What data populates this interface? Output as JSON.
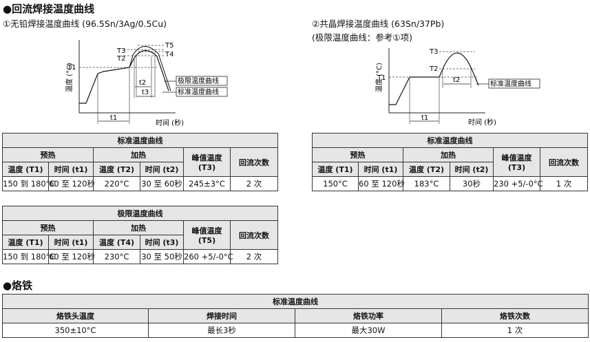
{
  "section_reflow": {
    "bullet": "●",
    "title": "回流焊接温度曲线"
  },
  "lead_free": {
    "subtitle": "①无铅焊接温度曲线 (96.5Sn/3Ag/0.5Cu)",
    "graph": {
      "ylabel": "温度 (°C)",
      "xlabel": "时间 (秒)",
      "levels": [
        "T1",
        "T2",
        "T3",
        "T4",
        "T5"
      ],
      "spans": [
        "t1",
        "t2",
        "t3"
      ],
      "legend": [
        "极限温度曲线",
        "标准温度曲线"
      ]
    },
    "standard_table": {
      "caption": "标准温度曲线",
      "groups": [
        "预热",
        "加热",
        "峰值温度",
        "回流次数"
      ],
      "peak_symbol": "(T3)",
      "headers": [
        "温度 (T1)",
        "时间 (t1)",
        "温度 (T2)",
        "时间 (t2)"
      ],
      "row": [
        "150 到 180°C",
        "60 至 120秒",
        "220°C",
        "30 至 60秒",
        "245±3°C",
        "2 次"
      ]
    },
    "limit_table": {
      "caption": "极限温度曲线",
      "groups": [
        "预热",
        "加热",
        "峰值温度",
        "回流次数"
      ],
      "peak_symbol": "(T5)",
      "headers": [
        "温度 (T1)",
        "时间 (t1)",
        "温度 (T4)",
        "时间 (t3)"
      ],
      "row": [
        "150 到 180°C",
        "60 至 120秒",
        "230°C",
        "30 至 50秒",
        "260 +5/-0°C",
        "2 次"
      ]
    }
  },
  "eutectic": {
    "subtitle": "②共晶焊接温度曲线 (63Sn/37Pb)",
    "note": "(极限温度曲线：参考①项)",
    "graph": {
      "ylabel": "温度 (°C)",
      "xlabel": "时间 (秒)",
      "levels": [
        "T1",
        "T2",
        "T3"
      ],
      "spans": [
        "t1",
        "t2"
      ],
      "legend": [
        "标准温度曲线"
      ]
    },
    "standard_table": {
      "caption": "标准温度曲线",
      "groups": [
        "预热",
        "加热",
        "峰值温度",
        "回流次数"
      ],
      "peak_symbol": "(T3)",
      "headers": [
        "温度 (T1)",
        "时间 (t1)",
        "温度 (T2)",
        "时间 (t2)"
      ],
      "row": [
        "150°C",
        "60 至 120秒",
        "183°C",
        "30秒",
        "230 +5/-0°C",
        "1 次"
      ]
    }
  },
  "section_iron": {
    "bullet": "●",
    "title": "烙铁"
  },
  "iron_table": {
    "caption": "标准温度曲线",
    "headers": [
      "烙铁头温度",
      "焊接时间",
      "烙铁功率",
      "烙铁次数"
    ],
    "row": [
      "350±10°C",
      "最长3秒",
      "最大30W",
      "1 次"
    ]
  }
}
